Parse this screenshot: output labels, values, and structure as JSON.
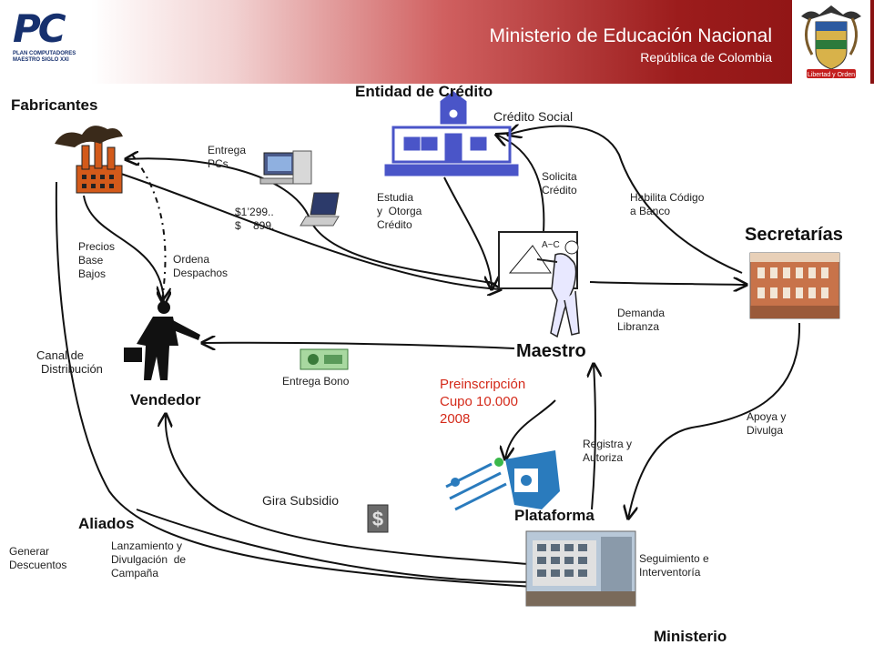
{
  "header": {
    "logo_text": "PC",
    "logo_subtitle": "PLAN COMPUTADORES MAESTRO SIGLO XXI",
    "ministry_title": "Ministerio de Educación Nacional",
    "country": "República de Colombia",
    "shield_motto": "Libertad y Orden",
    "colors": {
      "band_start": "#f2d2d2",
      "band_end": "#8a1212",
      "logo": "#16306e"
    }
  },
  "nodes": {
    "fabricantes": "Fabricantes",
    "entidad_credito": "Entidad de Crédito",
    "credito_social": "Crédito Social",
    "secretarias": "Secretarías",
    "maestro": "Maestro",
    "vendedor": "Vendedor",
    "plataforma": "Plataforma",
    "aliados": "Aliados",
    "ministerio": "Ministerio"
  },
  "labels": {
    "entrega_pcs_1": "Entrega",
    "entrega_pcs_2": "PCs",
    "price_1": "$1’299..",
    "price_2": "$    899.",
    "estudia_1": "Estudia",
    "estudia_2": "y  Otorga",
    "estudia_3": "Crédito",
    "solicita_1": "Solicita",
    "solicita_2": "Crédito",
    "habilita_1": "Habilita Código",
    "habilita_2": "a Banco",
    "precios_1": "Precios",
    "precios_2": "Base",
    "precios_3": "Bajos",
    "ordena_1": "Ordena",
    "ordena_2": "Despachos",
    "demanda_1": "Demanda",
    "demanda_2": "Libranza",
    "canal_1": "Canal de",
    "canal_2": "Distribución",
    "entrega_bono": "Entrega Bono",
    "preinscripcion_1": "Preinscripción",
    "preinscripcion_2": "Cupo 10.000",
    "preinscripcion_3": "2008",
    "apoya_1": "Apoya y",
    "apoya_2": "Divulga",
    "registra_1": "Registra y",
    "registra_2": "Autoriza",
    "gira_subsidio": "Gira Subsidio",
    "generar_1": "Generar",
    "generar_2": "Descuentos",
    "lanzamiento_1": "Lanzamiento y",
    "lanzamiento_2": "Divulgación  de",
    "lanzamiento_3": "Campaña",
    "seguimiento_1": "Seguimiento e",
    "seguimiento_2": "Interventoría"
  },
  "icons": {
    "factory": "factory-icon",
    "bank": "bank-building-icon",
    "desktop": "desktop-computer-icon",
    "laptop": "laptop-icon",
    "teacher": "teacher-at-board-icon",
    "salesman": "salesman-icon",
    "banknote": "banknote-icon",
    "dollar": "dollar-icon",
    "platform": "platform-network-icon",
    "secretarias_building": "secretarias-building-icon",
    "ministerio_building": "ministerio-building-icon",
    "shield": "colombia-shield-icon"
  },
  "colors": {
    "arrow": "#111111",
    "highlight": "#d42a1a",
    "bank_icon": "#4a55c8",
    "platform_icon": "#2a7bbd"
  }
}
